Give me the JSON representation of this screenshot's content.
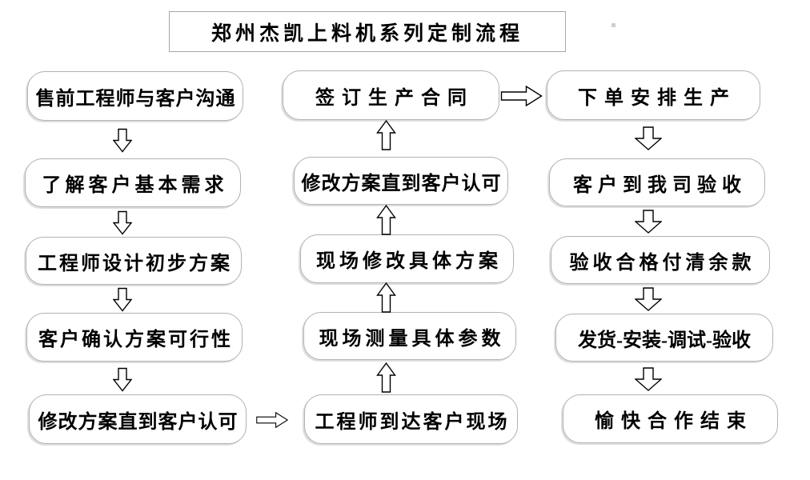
{
  "title": "郑州杰凯上料机系列定制流程",
  "flow": {
    "left": [
      "售前工程师与客户沟通",
      "了解客户基本需求",
      "工程师设计初步方案",
      "客户确认方案可行性",
      "修改方案直到客户认可"
    ],
    "middle": [
      "签订生产合同",
      "修改方案直到客户认可",
      "现场修改具体方案",
      "现场测量具体参数",
      "工程师到达客户现场"
    ],
    "right": [
      "下单安排生产",
      "客户到我司验收",
      "验收合格付清余款",
      "发货-安装-调试-验收",
      "愉快合作结束"
    ],
    "column_flow": {
      "left": "down",
      "middle": "up",
      "right": "down"
    },
    "connections": [
      {
        "from": "修改方案直到客户认可",
        "to": "工程师到达客户现场",
        "direction": "right"
      },
      {
        "from": "签订生产合同",
        "to": "下单安排生产",
        "direction": "right"
      }
    ]
  },
  "colors": {
    "background": "#ffffff",
    "box_fill": "#ffffff",
    "box_border": "#b2b2b2",
    "title_border": "#a6a6a6",
    "text": "#000000",
    "arrow_outline": "#000000",
    "arrow_fill": "#ffffff"
  }
}
